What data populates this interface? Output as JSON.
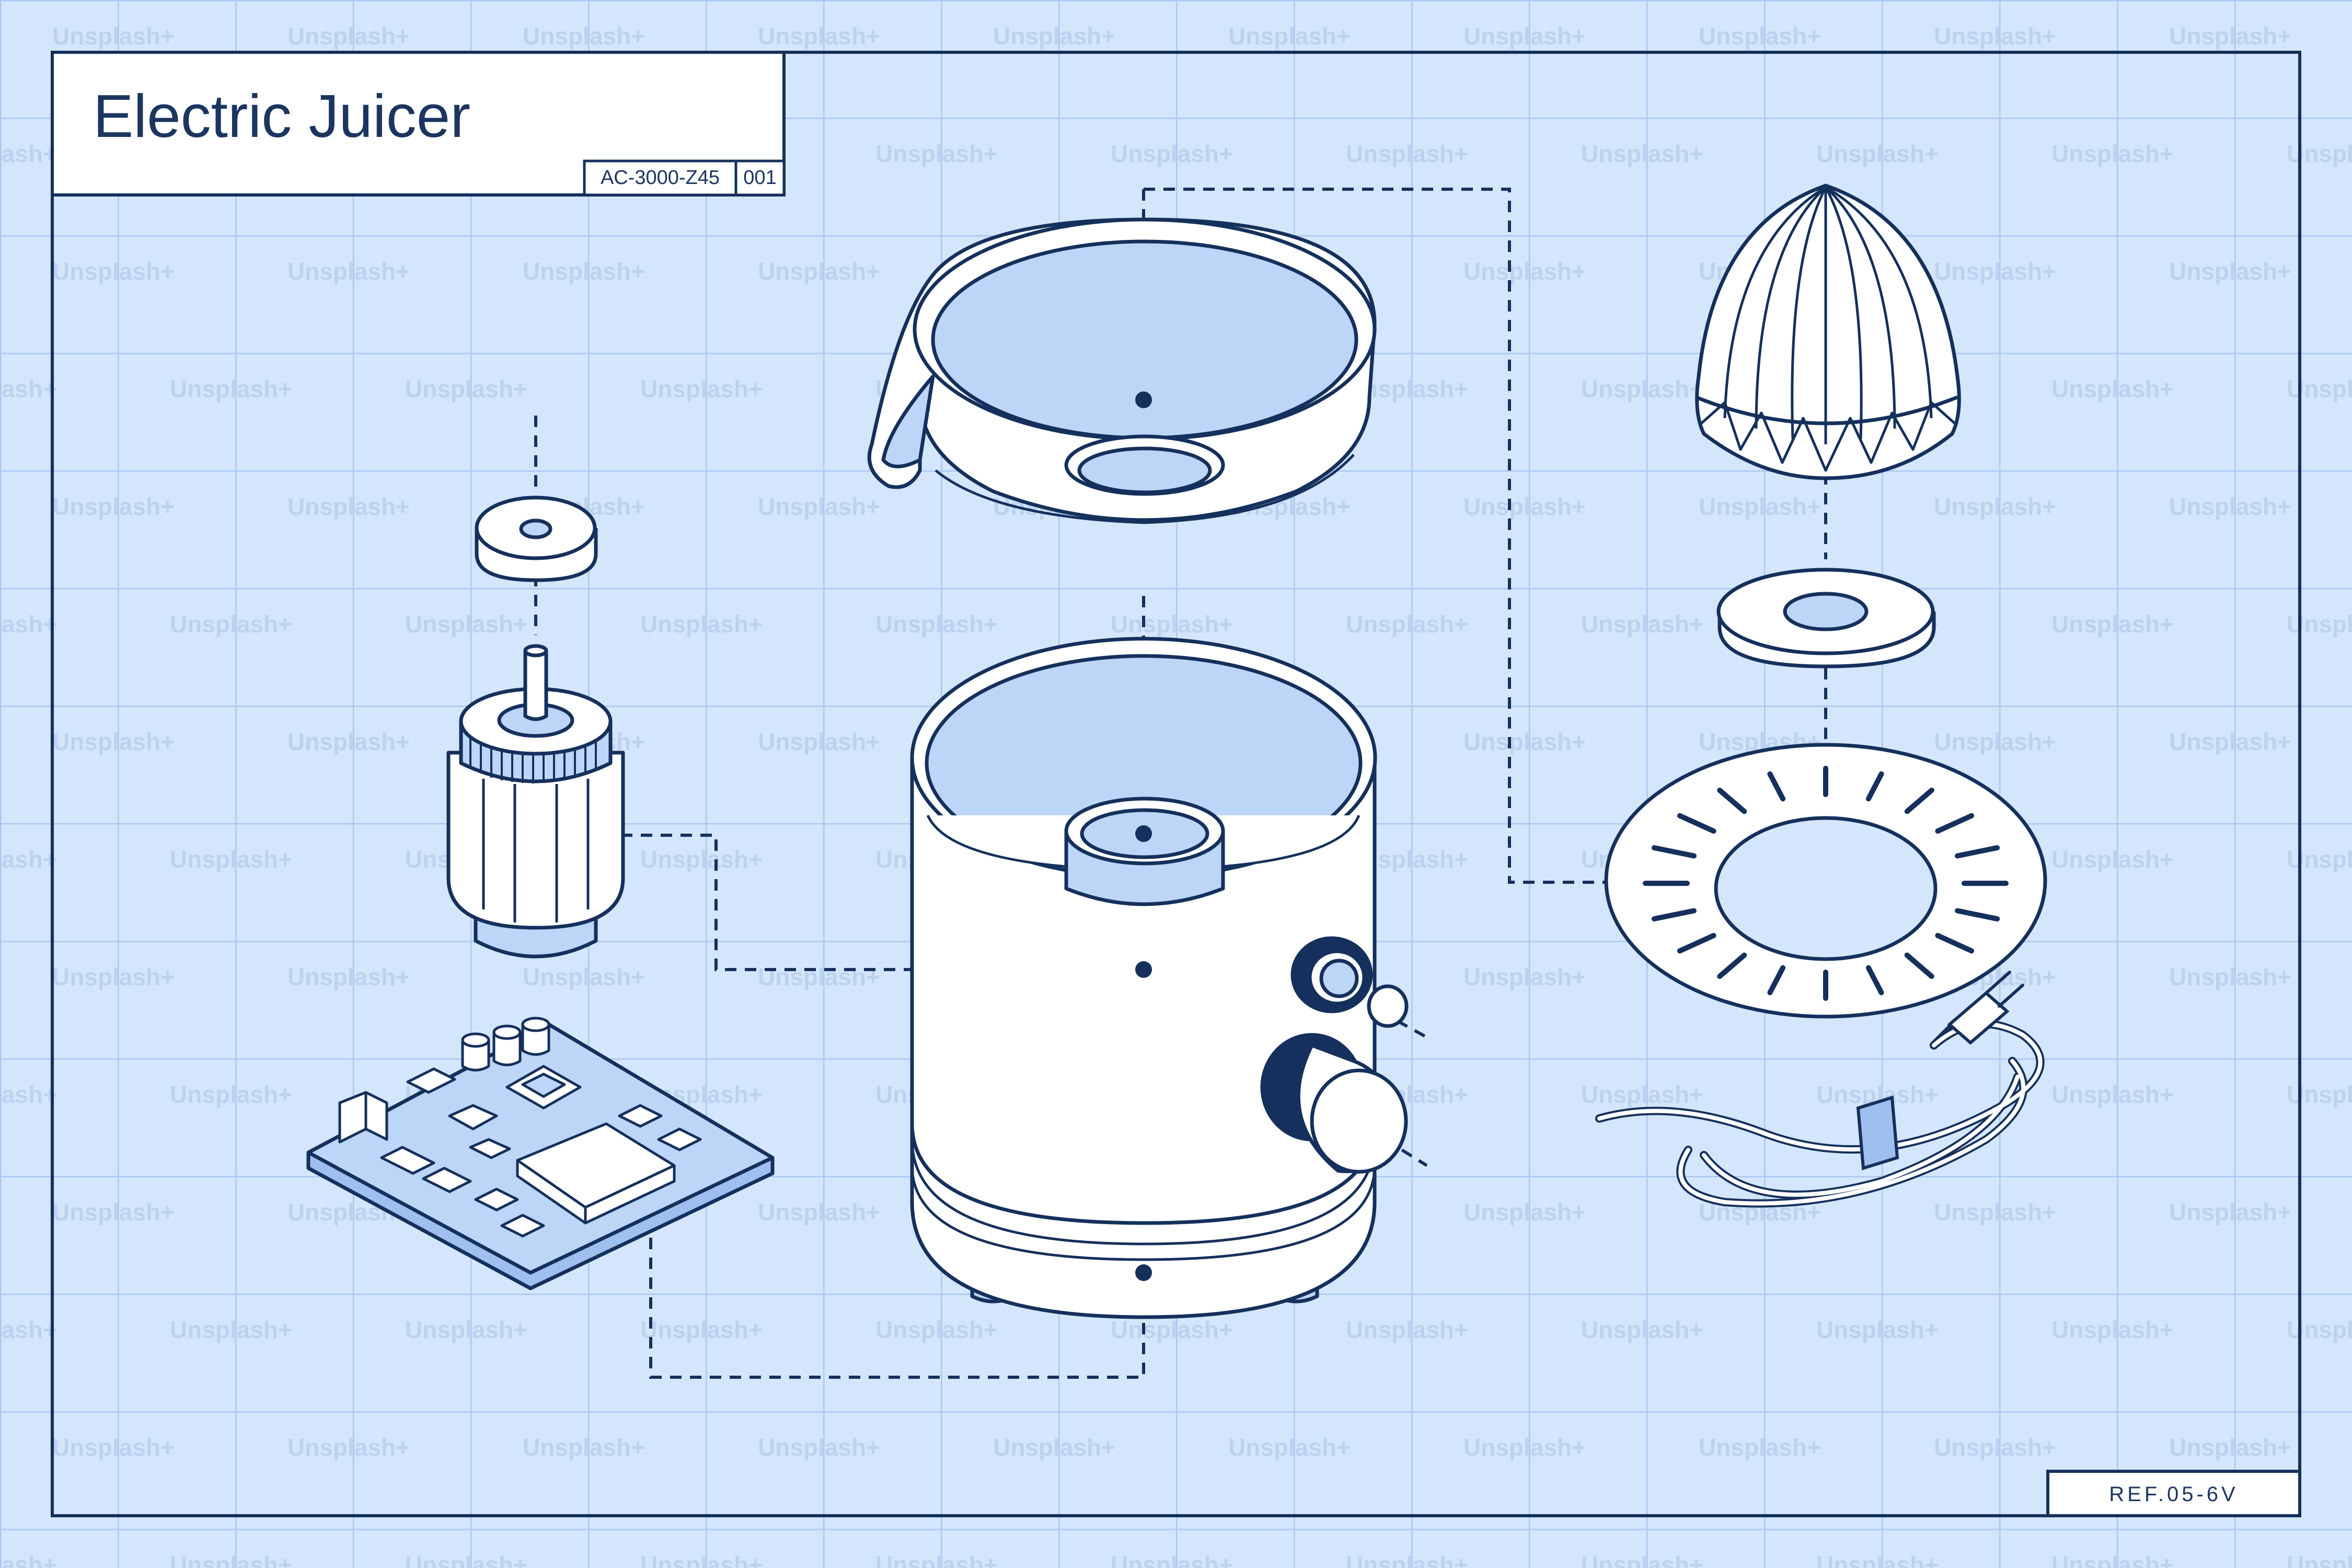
{
  "title": "Electric Juicer",
  "part_code": "AC-3000-Z45",
  "sheet_number": "001",
  "reference": "REF.05-6V",
  "watermark": "Unsplash+",
  "colors": {
    "background": "#d4e6fb",
    "grid": "#a9c8f1",
    "ink": "#15305c",
    "fill_light": "#ffffff",
    "fill_blue": "#bdd6f7",
    "fill_mid": "#9fc0ee"
  },
  "parts": [
    "juice-cup",
    "juicer-base",
    "citrus-reamer-cone",
    "seal-ring",
    "strainer-disc",
    "motor",
    "motor-cap",
    "control-board",
    "power-cord",
    "power-knob",
    "indicator-light"
  ]
}
